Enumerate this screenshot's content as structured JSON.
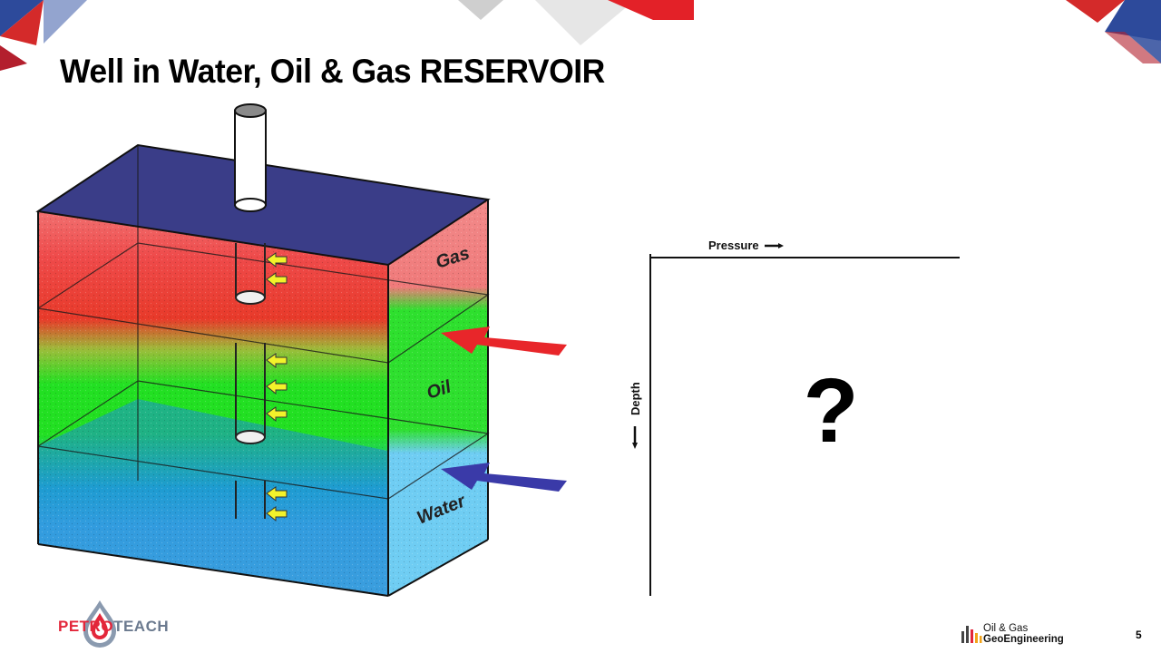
{
  "slide": {
    "title": "Well in Water, Oil & Gas RESERVOIR",
    "page_number": "5"
  },
  "reservoir": {
    "zones": [
      {
        "label": "Gas",
        "color": "#f08080"
      },
      {
        "label": "Oil",
        "color": "#22e022"
      },
      {
        "label": "Water",
        "color": "#2f9fe0"
      }
    ],
    "top_color": "#3a3d88",
    "gas_arrow_color": "#e8262a",
    "water_arrow_color": "#3a3aa8",
    "inflow_arrow_color": "#f2f22a"
  },
  "plot": {
    "x_label": "Pressure",
    "y_label": "Depth",
    "placeholder": "?"
  },
  "logos": {
    "left": {
      "part1": "PETRO",
      "part2": "TEACH"
    },
    "right": {
      "line1": "Oil & Gas",
      "line2": "GeoEngineering"
    }
  }
}
